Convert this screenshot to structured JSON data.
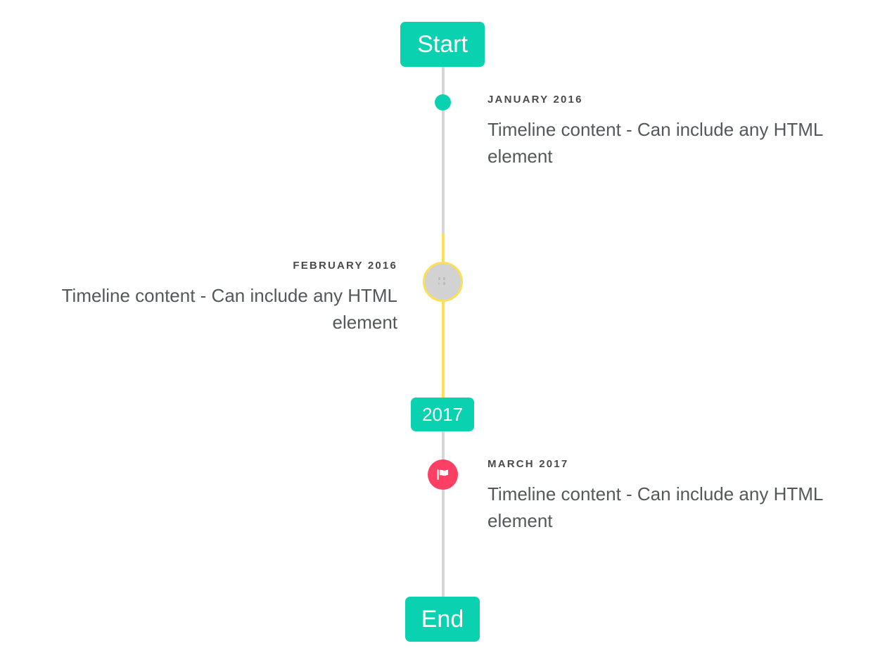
{
  "timeline": {
    "rail_color_default": "#d6d6d6",
    "rail_color_highlight": "#fcdf55",
    "accent_color": "#0ad2b0",
    "marker_alert_color": "#fc3f63",
    "caps": {
      "start_label": "Start",
      "year_label": "2017",
      "end_label": "End"
    },
    "entries": [
      {
        "date": "JANUARY 2016",
        "body": "Timeline content - Can include any HTML element",
        "side": "right",
        "marker": "dot-small",
        "marker_color": "#0ad2b0",
        "marker_icon": "none"
      },
      {
        "date": "FEBRUARY 2016",
        "body": "Timeline content - Can include any HTML element",
        "side": "left",
        "marker": "circle-large",
        "marker_color": "#d2d2d2",
        "marker_border_color": "#fcdf55",
        "marker_icon": "broken-image-icon"
      },
      {
        "date": "MARCH 2017",
        "body": "Timeline content - Can include any HTML element",
        "side": "right",
        "marker": "circle-icon",
        "marker_color": "#fc3f63",
        "marker_icon": "flag-icon"
      }
    ]
  }
}
